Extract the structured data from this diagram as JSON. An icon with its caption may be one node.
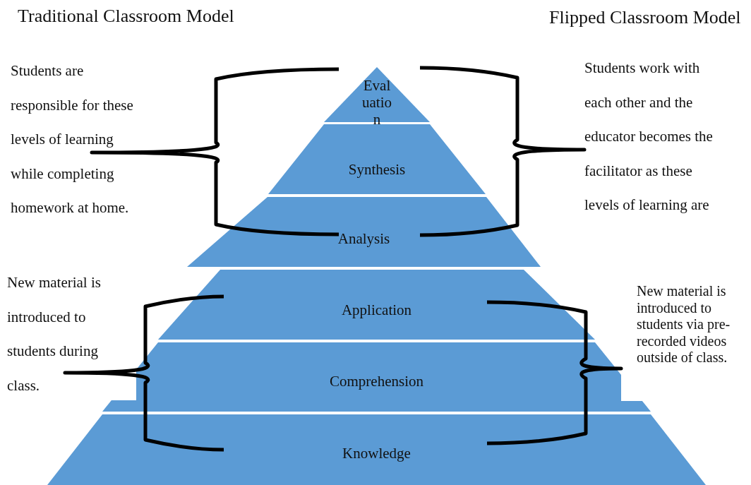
{
  "diagram": {
    "nodes": [
      {
        "text": [
          "Evaluation"
        ]
      },
      {
        "text": [
          "Synthesis"
        ]
      },
      {
        "text": [
          "Analysis"
        ]
      },
      {
        "text": [
          "Application"
        ]
      },
      {
        "text": [
          "Comprehension"
        ]
      },
      {
        "text": [
          "Knowledge"
        ]
      }
    ],
    "labels": [
      "Traditional Classroom Model",
      "Flipped Classroom Model",
      "Students are responsible for these levels of learning while completing homework at home.",
      "Students work with each other and the educator becomes the facilitator as these levels of learning are",
      "New material is introduced to students during class.",
      "New material is introduced to students via pre-recorded videos outside of class."
    ]
  }
}
